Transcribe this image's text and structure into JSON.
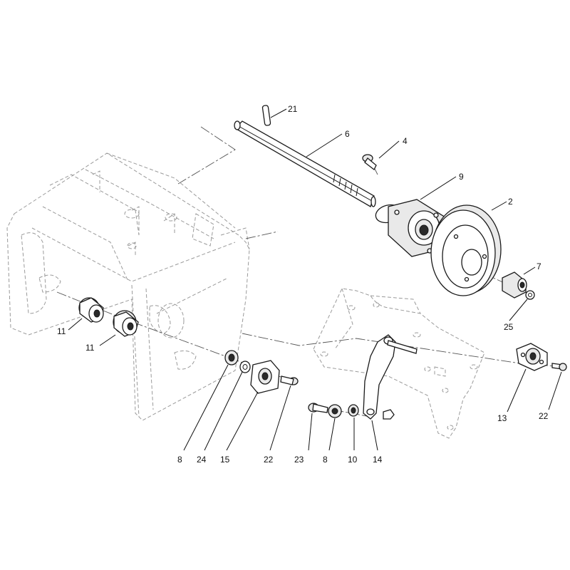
{
  "callouts": [
    {
      "id": "c21",
      "label": "21"
    },
    {
      "id": "c6",
      "label": "6"
    },
    {
      "id": "c4",
      "label": "4"
    },
    {
      "id": "c9",
      "label": "9"
    },
    {
      "id": "c2",
      "label": "2"
    },
    {
      "id": "c7",
      "label": "7"
    },
    {
      "id": "c25",
      "label": "25"
    },
    {
      "id": "c11a",
      "label": "11"
    },
    {
      "id": "c11b",
      "label": "11"
    },
    {
      "id": "c13",
      "label": "13"
    },
    {
      "id": "c22a",
      "label": "22"
    },
    {
      "id": "c8a",
      "label": "8"
    },
    {
      "id": "c24",
      "label": "24"
    },
    {
      "id": "c15",
      "label": "15"
    },
    {
      "id": "c22b",
      "label": "22"
    },
    {
      "id": "c23",
      "label": "23"
    },
    {
      "id": "c8b",
      "label": "8"
    },
    {
      "id": "c10",
      "label": "10"
    },
    {
      "id": "c14",
      "label": "14"
    }
  ]
}
